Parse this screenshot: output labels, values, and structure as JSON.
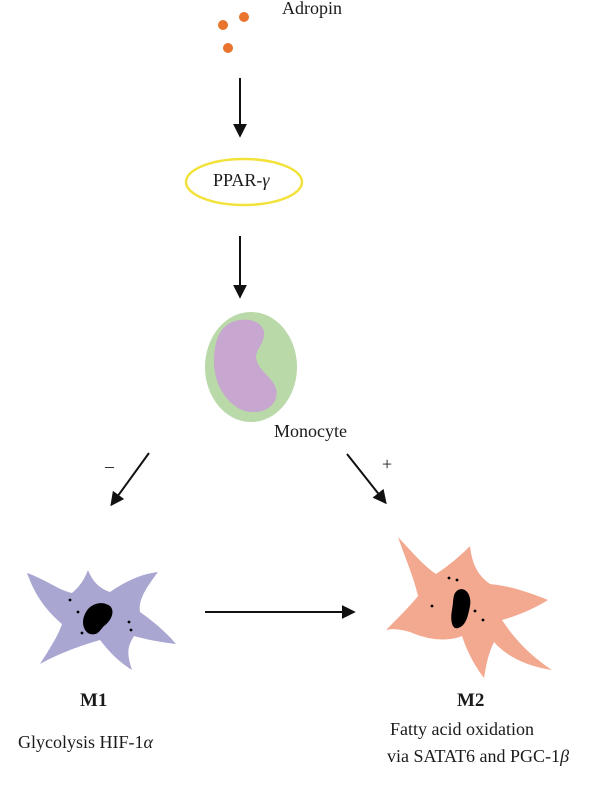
{
  "labels": {
    "adropin": "Adropin",
    "ppar_prefix": "PPAR-",
    "ppar_symbol": "γ",
    "monocyte": "Monocyte",
    "minus": "–",
    "plus": "+",
    "m1_title": "M1",
    "m1_desc_prefix": "Glycolysis HIF-1",
    "m1_desc_symbol": "α",
    "m2_title": "M2",
    "m2_desc_line1": "Fatty acid oxidation",
    "m2_desc_line2_prefix": "via SATAT6 and PGC-1",
    "m2_desc_line2_symbol": "β"
  },
  "colors": {
    "adropin_dots": "#e8742e",
    "ppar_outline": "#f2e23a",
    "monocyte_outer": "#b9d9a8",
    "monocyte_nucleus": "#c7a6cf",
    "m1_cell": "#a9a7d2",
    "m2_cell": "#f2a98f",
    "nucleus": "#000000",
    "arrow": "#111111"
  }
}
